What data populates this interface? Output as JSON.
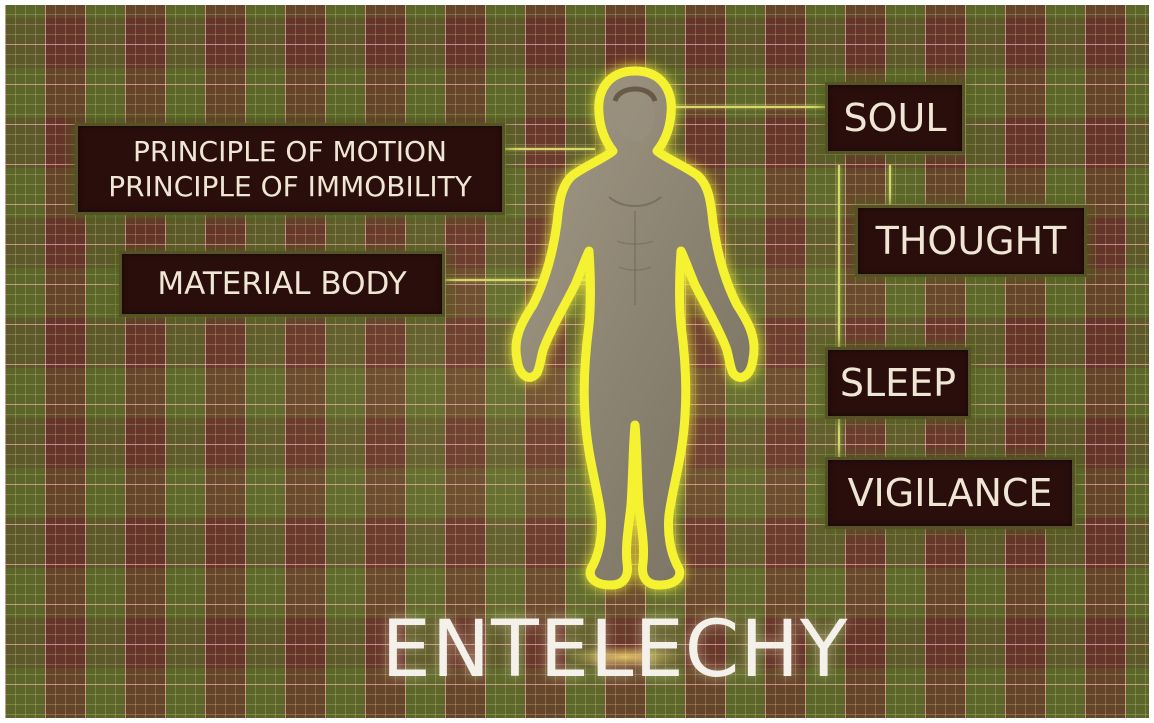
{
  "title": "ENTELECHY",
  "labels": {
    "principle_motion": "PRINCIPLE OF MOTION",
    "principle_immobility": "PRINCIPLE OF IMMOBILITY",
    "material_body": "MATERIAL BODY",
    "soul": "SOUL",
    "thought": "THOUGHT",
    "sleep": "SLEEP",
    "vigilance": "VIGILANCE"
  },
  "colors": {
    "label_background": "#2a0e0c",
    "label_text": "#efe6d6",
    "outline_glow": "#f5f230",
    "connector": "#d8d86a"
  },
  "icons": {
    "figure": "human-body-figure"
  }
}
